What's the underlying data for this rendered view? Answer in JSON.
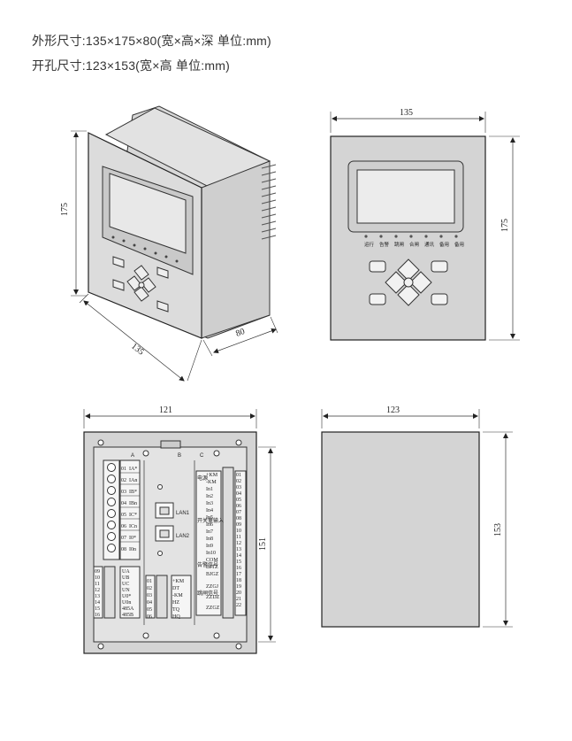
{
  "specs": {
    "outline": "外形尺寸:135×175×80(宽×高×深 单位:mm)",
    "cutout": "开孔尺寸:123×153(宽×高 单位:mm)"
  },
  "iso_view": {
    "height": "175",
    "width": "135",
    "depth": "80"
  },
  "front_view": {
    "width": "135",
    "height": "175",
    "indicators": [
      "运行",
      "告警",
      "跳闸",
      "合闸",
      "通讯",
      "备用",
      "备用"
    ]
  },
  "rear_view": {
    "width": "121",
    "height": "151",
    "sections": [
      "A",
      "B",
      "C"
    ],
    "lan": [
      "LAN1",
      "LAN2"
    ],
    "a_terminals": [
      "01",
      "02",
      "03",
      "04",
      "05",
      "06",
      "07",
      "08"
    ],
    "a_labels": [
      "IA*",
      "IAn",
      "IB*",
      "IBn",
      "IC*",
      "ICn",
      "I0*",
      "I0n"
    ],
    "a_lower_labels": [
      "UA",
      "UB",
      "UC",
      "UN",
      "U0*",
      "U0n",
      "485A",
      "485B"
    ],
    "a_lower_terminals": [
      "09",
      "10",
      "11",
      "12",
      "13",
      "14",
      "15",
      "16"
    ],
    "b_labels": [
      "+KM",
      "DT",
      "-KM",
      "HZ",
      "TQ",
      "HQ"
    ],
    "b_terminals": [
      "01",
      "02",
      "03",
      "04",
      "05",
      "06"
    ],
    "c_labels": [
      "+KM",
      "-KM",
      "In1",
      "In2",
      "In3",
      "In4",
      "In5",
      "In6",
      "In7",
      "In8",
      "In9",
      "In10",
      "COM",
      "BJTZ",
      "BJGZ",
      "ZZGJ",
      "ZZDZ",
      "ZZGZ"
    ],
    "c_terminals": [
      "01",
      "02",
      "03",
      "04",
      "05",
      "06",
      "07",
      "08",
      "09",
      "10",
      "11",
      "12",
      "13",
      "14",
      "15",
      "16",
      "17",
      "18",
      "19",
      "20",
      "21",
      "22"
    ],
    "c_side": [
      "电源",
      "开关量输入",
      "告警信号",
      "跳闸信号"
    ]
  },
  "cutout_view": {
    "width": "123",
    "height": "153"
  }
}
